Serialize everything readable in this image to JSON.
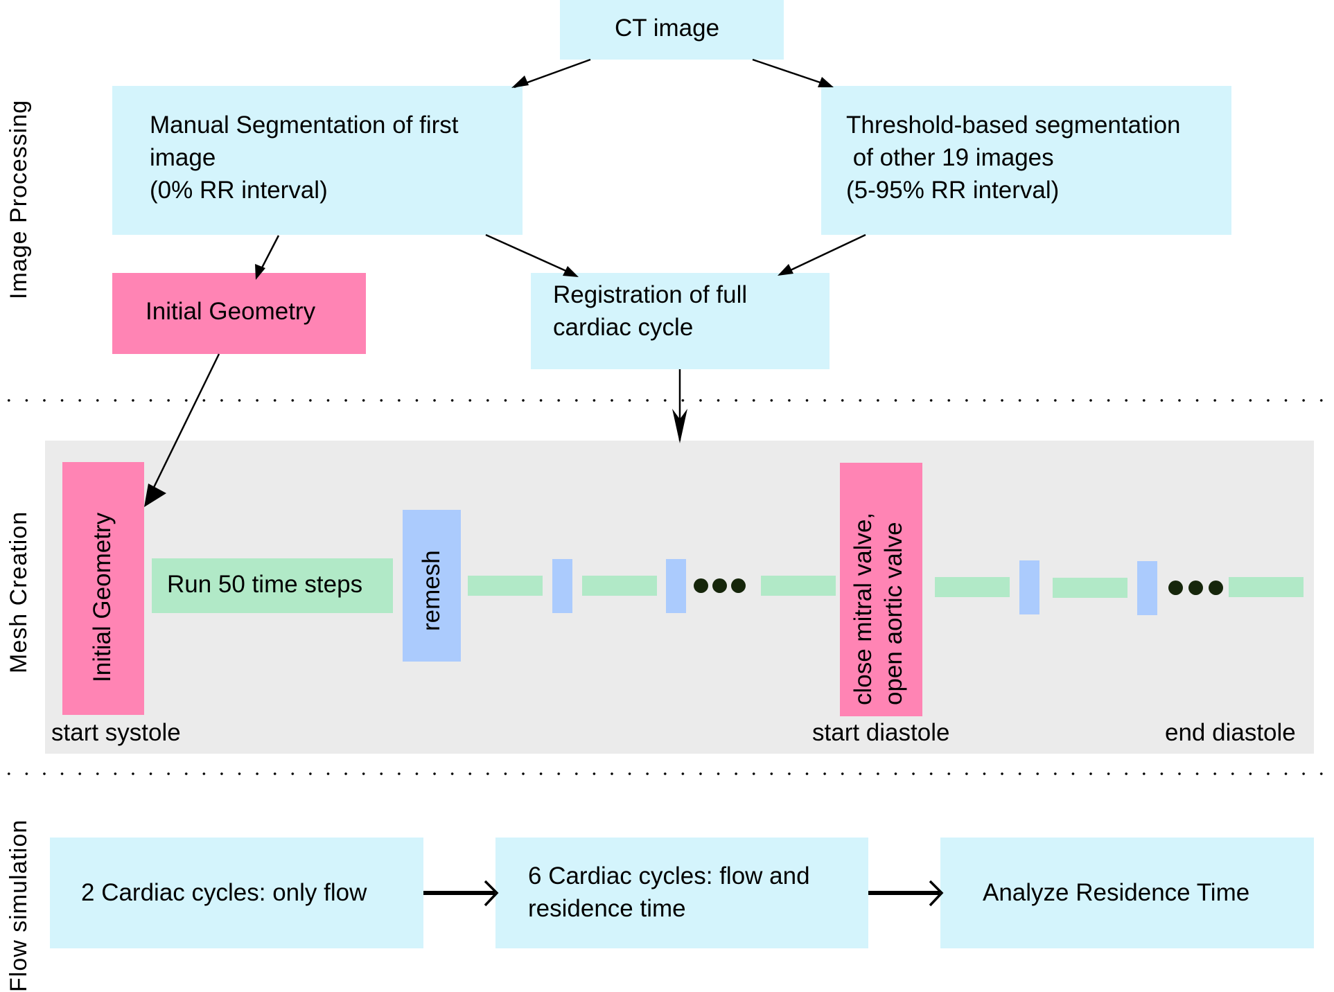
{
  "sections": {
    "image_processing": "Image Processing",
    "mesh_creation": "Mesh Creation",
    "flow_simulation": "Flow simulation"
  },
  "image_processing": {
    "ct_image": "CT image",
    "manual_segmentation": "Manual Segmentation of first\nimage\n(0% RR interval)",
    "threshold_segmentation": "Threshold-based segmentation\n of other 19 images\n(5-95% RR interval)",
    "initial_geometry": "Initial Geometry",
    "registration": "Registration of full\ncardiac cycle"
  },
  "mesh_creation": {
    "initial_geometry": "Initial Geometry",
    "run_steps": "Run 50 time steps",
    "remesh": "remesh",
    "valve_event": "close mitral valve,\nopen aortic valve",
    "start_systole": "start systole",
    "start_diastole": "start diastole",
    "end_diastole": "end diastole",
    "ellipsis_icon": "ellipsis-dots"
  },
  "flow_simulation": {
    "step1": "2 Cardiac cycles: only flow",
    "step2": "6 Cardiac cycles: flow and\nresidence time",
    "step3": "Analyze Residence Time"
  },
  "colors": {
    "data_box": "#d4f4fc",
    "geometry_box": "#ff84b4",
    "timestep_bar": "#b1e9c7",
    "remesh_bar": "#abcbfd",
    "mesh_panel": "#ebebeb"
  }
}
